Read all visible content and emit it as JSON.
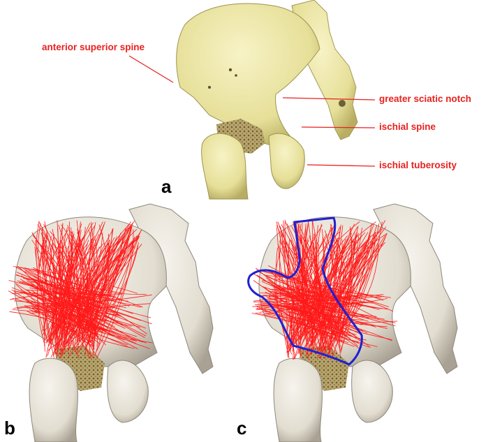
{
  "labels": {
    "anterior_superior_spine": "anterior superior spine",
    "greater_sciatic_notch": "greater sciatic notch",
    "ischial_spine": "ischial spine",
    "ischial_tuberosity": "ischial tuberosity"
  },
  "panels": {
    "a": "a",
    "b": "b",
    "c": "c"
  },
  "colors": {
    "label": "#e8221f",
    "bone_a": "#ece7a6",
    "bone_bc": "#ebe7dc",
    "fracture_lines": "#ff1a1a",
    "outline": "#2020d0",
    "cancellous": "#9c8a56"
  }
}
